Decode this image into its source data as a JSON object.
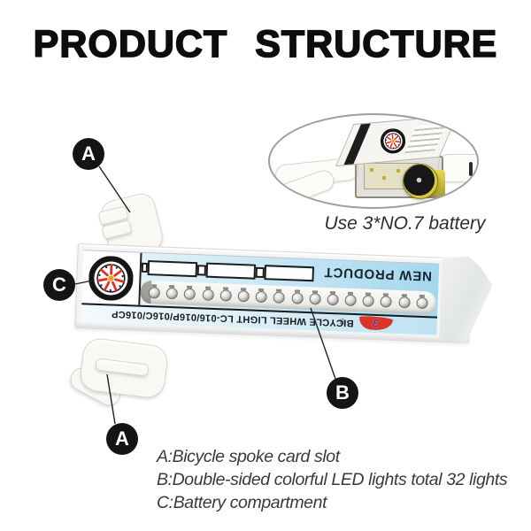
{
  "title": "PRODUCT STRUCTURE",
  "inset": {
    "caption": "Use 3*NO.7 battery"
  },
  "callouts": {
    "a_top": "A",
    "c": "C",
    "b": "B",
    "a_bottom": "A"
  },
  "device": {
    "brand_text": "NEW PRODUCT",
    "model_text": "BICYCLE WHEEL LIGHT LC-016/016P/016C/016CP",
    "registered_mark": "®",
    "logo_digit": "3",
    "battery_outline_count": 3,
    "led_count_visible": 16,
    "logo_spoke_count": 7
  },
  "legend": {
    "line_a": "A:Bicycle spoke card slot",
    "line_b": "B:Double-sided colorful LED lights total 32 lights",
    "line_c": "C:Battery compartment"
  },
  "colors": {
    "accent-black": "#141414",
    "label-blue": "#a4d7ee",
    "label-blue-light": "#eaf6fb",
    "red": "#da3327",
    "purple": "#5a2d8f",
    "battery-yellow": "#d8c93f",
    "text-gray": "#3a3a3a"
  }
}
